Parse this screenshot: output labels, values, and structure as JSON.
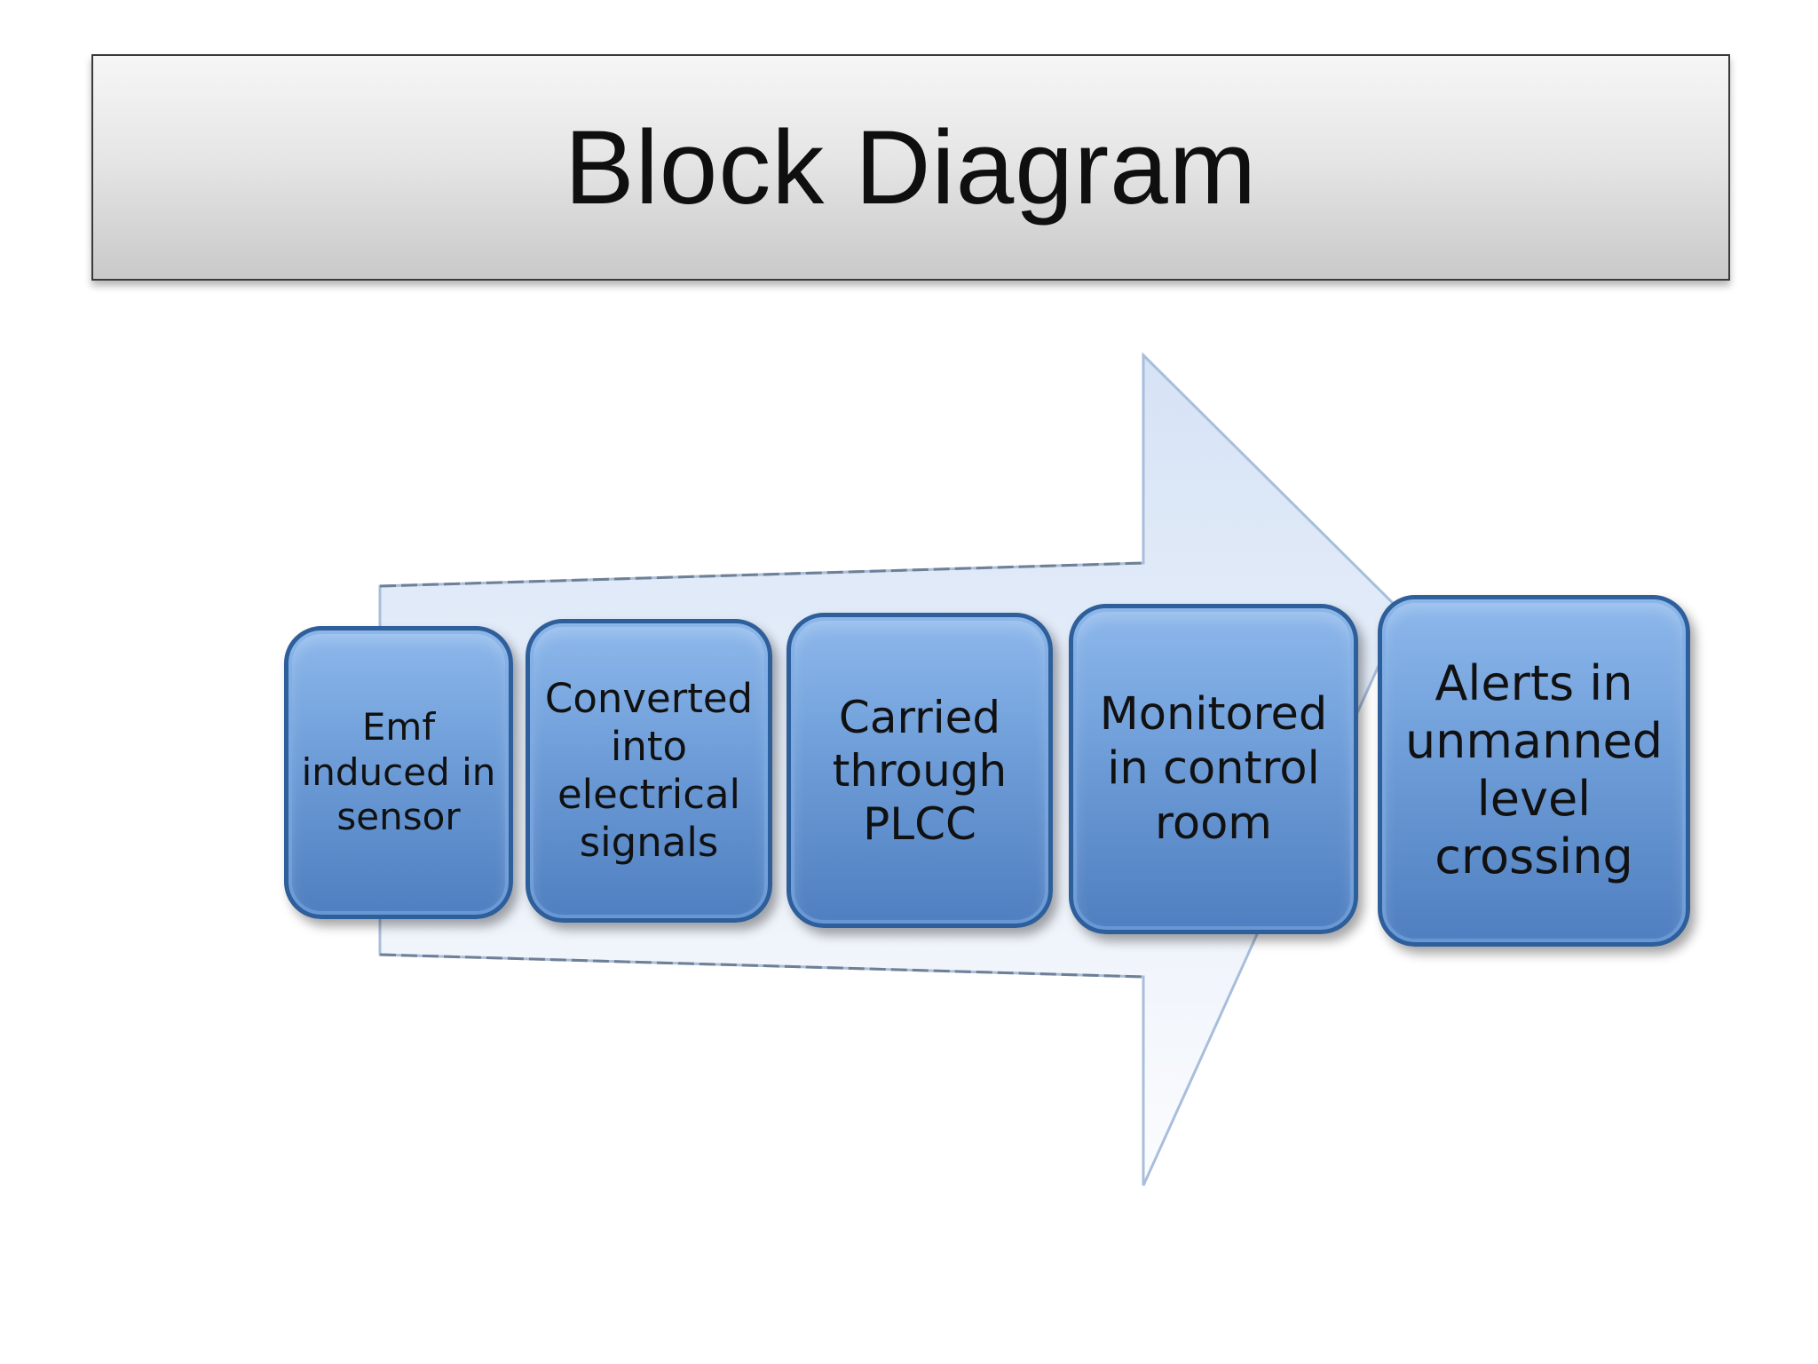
{
  "title": "Block Diagram",
  "colors": {
    "block_fill_light": "#8db8ec",
    "block_fill_dark": "#4f7fc0",
    "block_border": "#2f5f9a",
    "arrow_fill": "#dfe9f8",
    "arrow_stroke": "#9fb6d6",
    "title_bar_fill": "#e6e6e6"
  },
  "flow": {
    "arrow_icon": "right-arrow",
    "blocks": [
      {
        "label": "Emf\ninduced in\nsensor"
      },
      {
        "label": "Converted\ninto\nelectrical\nsignals"
      },
      {
        "label": "Carried\nthrough\nPLCC"
      },
      {
        "label": "Monitored\nin control\nroom"
      },
      {
        "label": "Alerts in\nunmanned\nlevel\ncrossing"
      }
    ]
  }
}
